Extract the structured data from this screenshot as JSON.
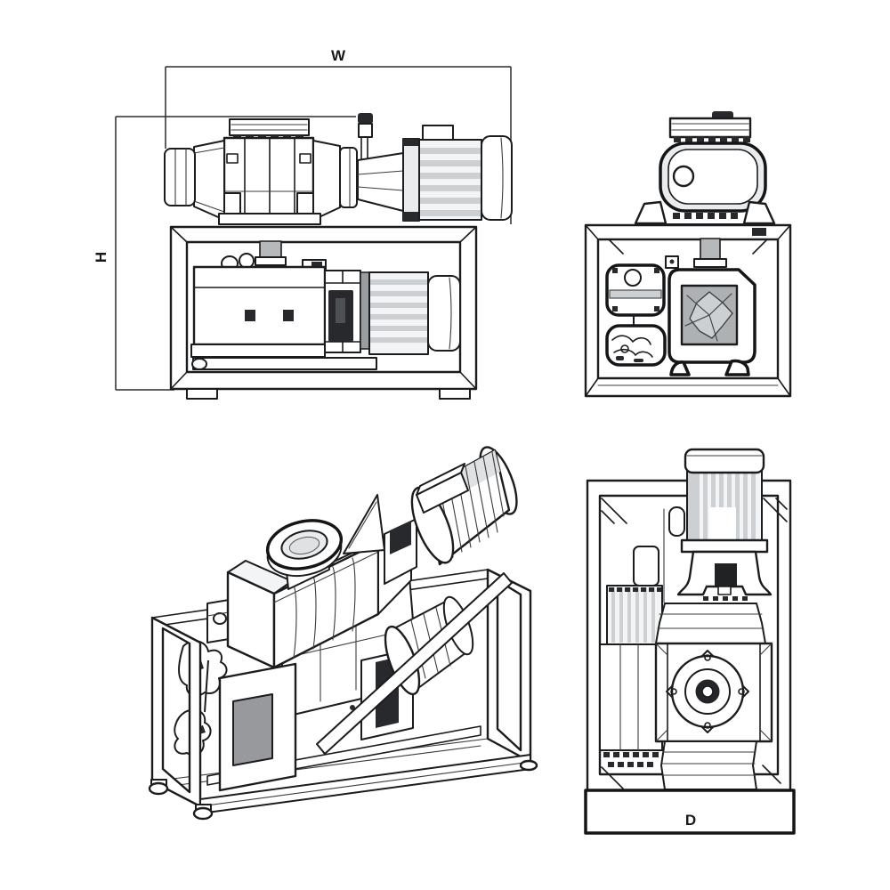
{
  "drawing": {
    "kind": "pump-system-technical-drawing",
    "dimension_labels": {
      "width": "W",
      "height": "H",
      "depth": "D"
    }
  },
  "palette": {
    "background": "#ffffff",
    "line": "#1b1c1e",
    "light_gray": "#e9ebec",
    "mid_gray": "#cdd0d3",
    "pipe_gray": "#b6b9bc",
    "dark_fill": "#27292c",
    "window_gray": "#97999c",
    "fan_gray": "#aeb1b4"
  }
}
